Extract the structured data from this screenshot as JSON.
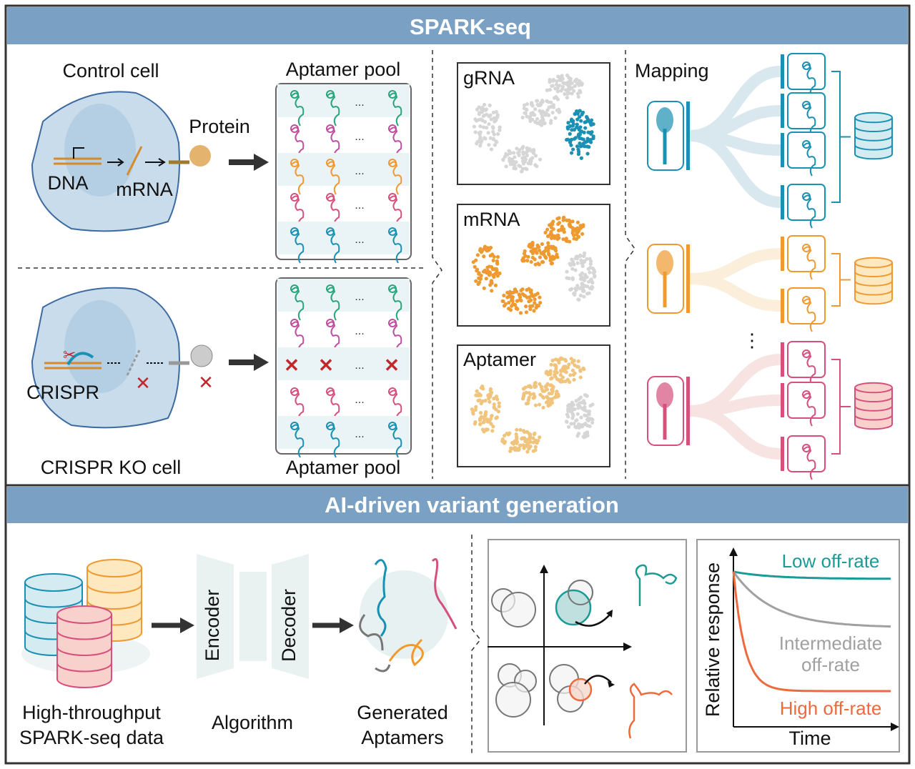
{
  "colors": {
    "header": "#7aa0c4",
    "teal": "#1a90b2",
    "orange": "#ee9a30",
    "light_orange": "#f0c47c",
    "gray": "#d6d6d6",
    "pink": "#d6507c",
    "green": "#2aa57a",
    "magenta": "#c04e9e",
    "low": "#1b9a96",
    "high": "#ee6a3c",
    "mid": "#a0a0a0"
  },
  "top_section": {
    "title": "SPARK-seq",
    "control_cell": {
      "title": "Control cell",
      "dna": "DNA",
      "mrna": "mRNA",
      "protein": "Protein"
    },
    "ko_cell": {
      "title": "CRISPR KO cell",
      "crispr": "CRISPR"
    },
    "aptamer_pool_top": "Aptamer pool",
    "aptamer_pool_bottom": "Aptamer pool",
    "ellipsis": "...",
    "clusters": [
      {
        "title": "gRNA",
        "highlight": "teal"
      },
      {
        "title": "mRNA",
        "highlight": "orange"
      },
      {
        "title": "Aptamer",
        "highlight": "light_orange"
      }
    ],
    "mapping": {
      "title": "Mapping"
    }
  },
  "bottom_section": {
    "title": "AI-driven variant generation",
    "data_label_1": "High-throughput",
    "data_label_2": "SPARK-seq data",
    "encoder": "Encoder",
    "decoder": "Decoder",
    "algorithm": "Algorithm",
    "generated_1": "Generated",
    "generated_2": "Aptamers",
    "chart": {
      "ylabel": "Relative response",
      "xlabel": "Time",
      "series": [
        {
          "name": "Low off-rate"
        },
        {
          "name": "Intermediate",
          "name_line2": "off-rate"
        },
        {
          "name": "High off-rate"
        }
      ]
    }
  }
}
